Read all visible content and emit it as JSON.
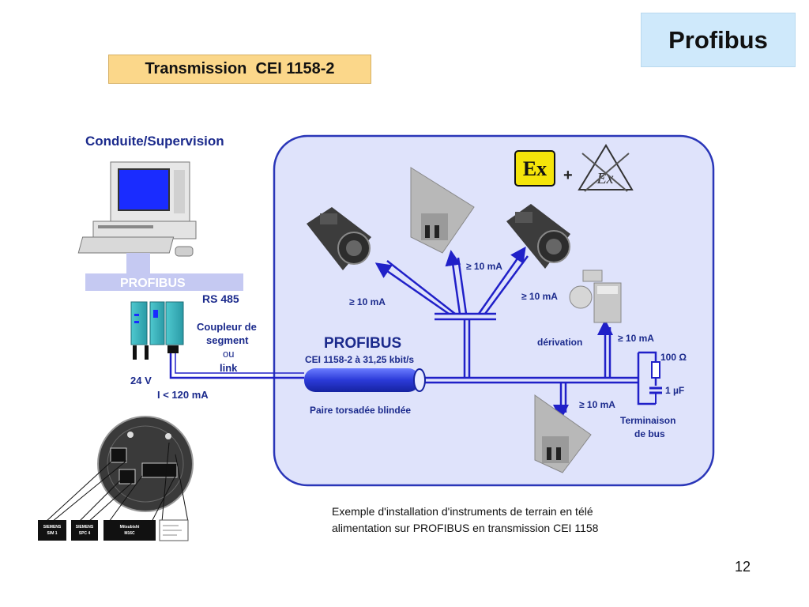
{
  "slide": {
    "title": "Profibus",
    "subtitle": "Transmission  CEI 1158-2",
    "page_number": "12",
    "caption": "Exemple d'installation d'instruments de terrain en télé alimentation sur PROFIBUS en transmission CEI 1158"
  },
  "diagram": {
    "supervision_label": "Conduite/Supervision",
    "profibus_band_label": "PROFIBUS",
    "rs485_label": "RS 485",
    "coupler_label_1": "Coupleur de",
    "coupler_label_2": "segment",
    "coupler_label_3": "ou",
    "coupler_label_4": "link",
    "voltage_label": "24 V",
    "current_limit_label": "I < 120 mA",
    "bus_name": "PROFIBUS",
    "bus_spec": "CEI 1158-2 à 31,25 kbit/s",
    "cable_label": "Paire torsadée blindée",
    "current_labels": [
      "≥ 10 mA",
      "≥ 10 mA",
      "≥ 10 mA",
      "≥ 10 mA",
      "≥ 10 mA"
    ],
    "derivation_label": "dérivation",
    "resistor_label": "100 Ω",
    "capacitor_label": "1 µF",
    "termination_label_1": "Terminaison",
    "termination_label_2": "de bus",
    "ex_symbol": "Ex",
    "plus_sign": "+",
    "chips": [
      {
        "line1": "SIEMENS",
        "line2": "SIM 1"
      },
      {
        "line1": "SIEMENS",
        "line2": "SPC 4"
      },
      {
        "line1": "Mitsubishi",
        "line2": "M16C"
      }
    ],
    "colors": {
      "zone_fill": "#dfe3fb",
      "zone_border": "#2a36b8",
      "bus_line": "#2020c8",
      "label_text": "#1b2a8c"
    }
  }
}
